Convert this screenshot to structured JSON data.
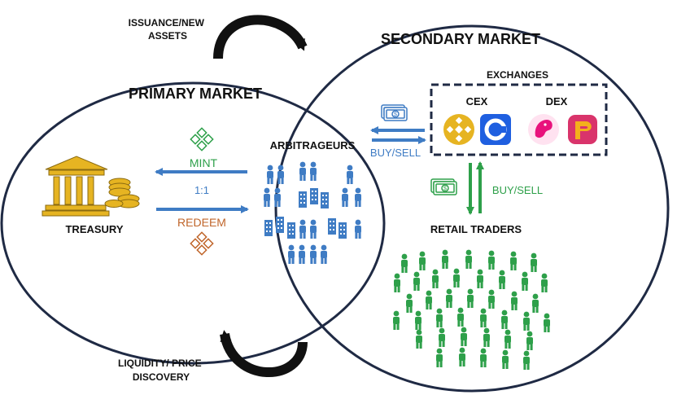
{
  "labels": {
    "issuance": [
      "ISSUANCE/NEW",
      "ASSETS"
    ],
    "secondary_market": "SECONDARY MARKET",
    "primary_market": "PRIMARY MARKET",
    "exchanges": "EXCHANGES",
    "cex": "CEX",
    "dex": "DEX",
    "arbitrageurs": "ARBITRAGEURS",
    "buy_sell_exchange": "BUY/SELL",
    "buy_sell_retail": "BUY/SELL",
    "mint": "MINT",
    "ratio": "1:1",
    "redeem": "REDEEM",
    "treasury": "TREASURY",
    "retail_traders": "RETAIL TRADERS",
    "liquidity": [
      "LIQUIDITY/ PRICE",
      "DISCOVERY"
    ]
  },
  "colors": {
    "outline": "#1f2a44",
    "blue": "#3f7cc4",
    "green": "#2ea04a",
    "orange": "#c0652a",
    "gold": "#e6b422",
    "black": "#111111"
  },
  "icons": {
    "treasury": "bank-building-icon",
    "coins": "coin-stack-icon",
    "mint": "blockchain-cubes-icon",
    "redeem": "blockchain-cubes-icon",
    "cash": "banknote-icon",
    "cex": [
      "binance-logo-icon",
      "coinbase-logo-icon"
    ],
    "dex": [
      "uniswap-logo-icon",
      "pancakeswap-logo-icon"
    ]
  }
}
